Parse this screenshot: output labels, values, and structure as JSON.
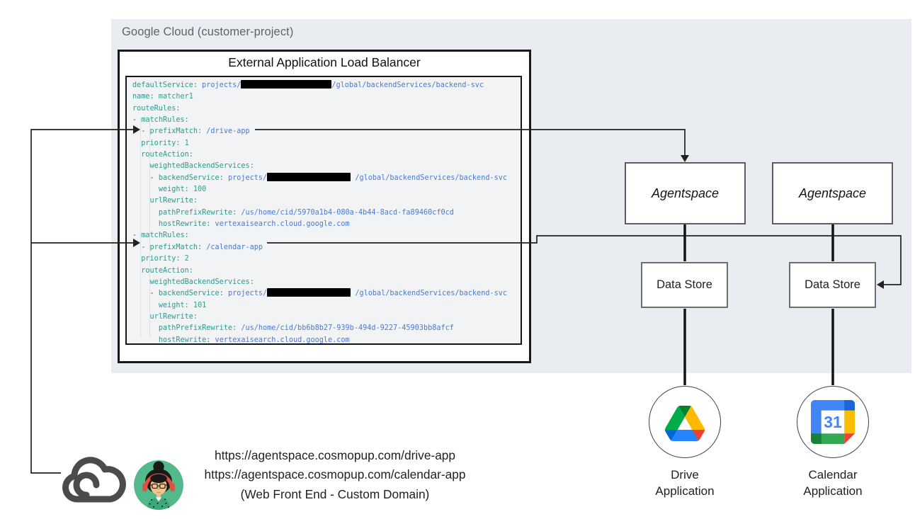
{
  "gcp": {
    "label": "Google Cloud (customer-project)",
    "bg": "#e9edf1"
  },
  "load_balancer": {
    "title": "External Application Load Balancer"
  },
  "code": {
    "comment": "segments: k=yaml key (teal), s=string value (blue), n=number/name value (teal-green), d=list dash, p=plain indent, r=[redaction bar, width px]",
    "colors": {
      "key": "#2a9a8f",
      "string": "#4b79d1",
      "number": "#31a089",
      "background": "#f1f3f4"
    },
    "lines": [
      [
        [
          "k",
          "defaultService:"
        ],
        [
          "s",
          " projects/"
        ],
        [
          "r",
          128
        ],
        [
          "s",
          "/global/backendServices/backend-svc"
        ]
      ],
      [
        [
          "k",
          "name:"
        ],
        [
          "n",
          " matcher1"
        ]
      ],
      [
        [
          "k",
          "routeRules:"
        ]
      ],
      [
        [
          "d",
          "- "
        ],
        [
          "k",
          "matchRules:"
        ]
      ],
      [
        [
          "d",
          "  - "
        ],
        [
          "k",
          "prefixMatch:"
        ],
        [
          "s",
          " /drive-app"
        ]
      ],
      [
        [
          "p",
          "  "
        ],
        [
          "k",
          "priority:"
        ],
        [
          "n",
          " 1"
        ]
      ],
      [
        [
          "p",
          "  "
        ],
        [
          "k",
          "routeAction:"
        ]
      ],
      [
        [
          "p",
          "    "
        ],
        [
          "k",
          "weightedBackendServices:"
        ]
      ],
      [
        [
          "p",
          "    "
        ],
        [
          "d",
          "- "
        ],
        [
          "k",
          "backendService:"
        ],
        [
          "s",
          " projects/"
        ],
        [
          "r",
          118
        ],
        [
          "s",
          " /global/backendServices/backend-svc"
        ]
      ],
      [
        [
          "p",
          "      "
        ],
        [
          "k",
          "weight:"
        ],
        [
          "n",
          " 100"
        ]
      ],
      [
        [
          "p",
          "    "
        ],
        [
          "k",
          "urlRewrite:"
        ]
      ],
      [
        [
          "p",
          "      "
        ],
        [
          "k",
          "pathPrefixRewrite:"
        ],
        [
          "s",
          " /us/home/cid/5970a1b4-080a-4b44-8acd-fa89460cf0cd"
        ]
      ],
      [
        [
          "p",
          "      "
        ],
        [
          "k",
          "hostRewrite:"
        ],
        [
          "s",
          " vertexaisearch.cloud.google.com"
        ]
      ],
      [
        [
          "d",
          "- "
        ],
        [
          "k",
          "matchRules:"
        ]
      ],
      [
        [
          "d",
          "  - "
        ],
        [
          "k",
          "prefixMatch:"
        ],
        [
          "s",
          " /calendar-app"
        ]
      ],
      [
        [
          "p",
          "  "
        ],
        [
          "k",
          "priority:"
        ],
        [
          "n",
          " 2"
        ]
      ],
      [
        [
          "p",
          "  "
        ],
        [
          "k",
          "routeAction:"
        ]
      ],
      [
        [
          "p",
          "    "
        ],
        [
          "k",
          "weightedBackendServices:"
        ]
      ],
      [
        [
          "p",
          "    "
        ],
        [
          "d",
          "- "
        ],
        [
          "k",
          "backendService:"
        ],
        [
          "s",
          " projects/"
        ],
        [
          "r",
          118
        ],
        [
          "s",
          " /global/backendServices/backend-svc"
        ]
      ],
      [
        [
          "p",
          "      "
        ],
        [
          "k",
          "weight:"
        ],
        [
          "n",
          " 101"
        ]
      ],
      [
        [
          "p",
          "    "
        ],
        [
          "k",
          "urlRewrite:"
        ]
      ],
      [
        [
          "p",
          "      "
        ],
        [
          "k",
          "pathPrefixRewrite:"
        ],
        [
          "s",
          " /us/home/cid/bb6b8b27-939b-494d-9227-45903bb8afcf"
        ]
      ],
      [
        [
          "p",
          "      "
        ],
        [
          "k",
          "hostRewrite:"
        ],
        [
          "s",
          " vertexaisearch.cloud.google.com"
        ]
      ]
    ]
  },
  "agentspace": [
    {
      "label": "Agentspace"
    },
    {
      "label": "Agentspace"
    }
  ],
  "data_stores": [
    {
      "label": "Data Store"
    },
    {
      "label": "Data Store"
    }
  ],
  "apps": [
    {
      "icon": "google-drive-icon",
      "lines": [
        "Drive",
        "Application"
      ]
    },
    {
      "icon": "google-calendar-icon",
      "calendar_day": "31",
      "lines": [
        "Calendar",
        "Application"
      ]
    }
  ],
  "client": {
    "icons": [
      "cloud-outline-icon",
      "user-avatar-icon"
    ],
    "urls": [
      "https://agentspace.cosmopup.com/drive-app",
      "https://agentspace.cosmopup.com/calendar-app"
    ],
    "caption": "(Web Front End - Custom Domain)"
  },
  "colors": {
    "panel_bg": "#e9edf1",
    "line": "#212121",
    "drive_logo": [
      "#0066da",
      "#00ac47",
      "#ea4335",
      "#00832d",
      "#2684fc",
      "#ffba00"
    ],
    "calendar_logo": [
      "#4285f4",
      "#1967d2",
      "#fbbc04",
      "#34a853",
      "#188038",
      "#ea4335"
    ],
    "avatar_bg": "#54b98a",
    "headphones": "#e0523f"
  }
}
